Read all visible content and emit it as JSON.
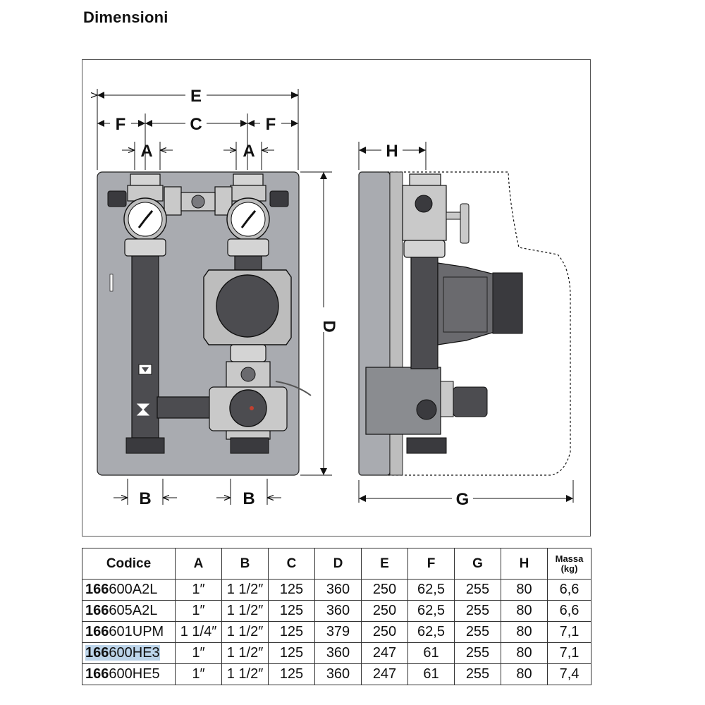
{
  "page": {
    "title": "Dimensioni"
  },
  "figure": {
    "labels": {
      "A": "A",
      "B": "B",
      "C": "C",
      "D": "D",
      "E": "E",
      "F": "F",
      "G": "G",
      "H": "H"
    },
    "colors": {
      "panel": "#a9abb0",
      "pipe": "#4c4c50",
      "metal": "#c9c9c9",
      "outline": "#111111"
    }
  },
  "table": {
    "headers": [
      "Codice",
      "A",
      "B",
      "C",
      "D",
      "E",
      "F",
      "G",
      "H"
    ],
    "mass_header": [
      "Massa",
      "(kg)"
    ],
    "rows": [
      {
        "prefix": "166",
        "suffix": "600A2L",
        "A": "1″",
        "B": "1 1/2″",
        "C": "125",
        "D": "360",
        "E": "250",
        "F": "62,5",
        "G": "255",
        "H": "80",
        "mass": "6,6"
      },
      {
        "prefix": "166",
        "suffix": "605A2L",
        "A": "1″",
        "B": "1 1/2″",
        "C": "125",
        "D": "360",
        "E": "250",
        "F": "62,5",
        "G": "255",
        "H": "80",
        "mass": "6,6"
      },
      {
        "prefix": "166",
        "suffix": "601UPM",
        "A": "1 1/4″",
        "B": "1 1/2″",
        "C": "125",
        "D": "379",
        "E": "250",
        "F": "62,5",
        "G": "255",
        "H": "80",
        "mass": "7,1"
      },
      {
        "prefix": "166",
        "suffix": "600HE3",
        "A": "1″",
        "B": "1 1/2″",
        "C": "125",
        "D": "360",
        "E": "247",
        "F": "61",
        "G": "255",
        "H": "80",
        "mass": "7,1"
      },
      {
        "prefix": "166",
        "suffix": "600HE5",
        "A": "1″",
        "B": "1 1/2″",
        "C": "125",
        "D": "360",
        "E": "247",
        "F": "61",
        "G": "255",
        "H": "80",
        "mass": "7,4"
      }
    ],
    "highlighted_row": 3,
    "highlight_color": "#bcd4ea"
  }
}
